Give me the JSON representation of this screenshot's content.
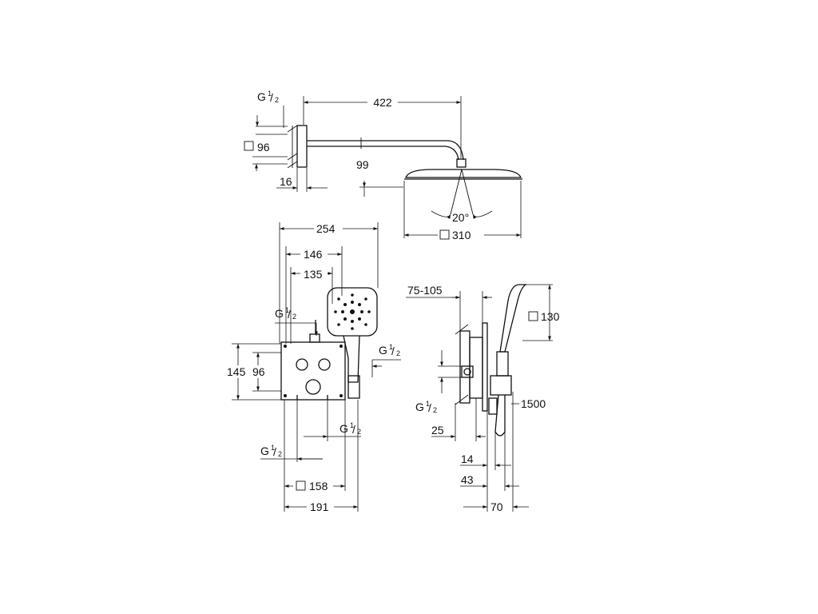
{
  "views": {
    "top": {
      "arm_length": "422",
      "thread_g": "G",
      "thread_num": "1",
      "thread_den": "2",
      "flange_square": "96",
      "wall_offset": "16",
      "drop": "99",
      "spray_angle": "20°",
      "head_square": "310"
    },
    "front": {
      "width_254": "254",
      "width_146": "146",
      "width_135": "135",
      "thread_g_left": "G",
      "thread_num_left": "1",
      "thread_den_left": "2",
      "thread_g_right": "G",
      "thread_num_right": "1",
      "thread_den_right": "2",
      "height_145": "145",
      "height_96": "96",
      "thread_g_bottom_left": "G",
      "thread_num_bottom_left": "1",
      "thread_den_bottom_left": "2",
      "thread_g_bottom_right": "G",
      "thread_num_bottom_right": "1",
      "thread_den_bottom_right": "2",
      "square_158": "158",
      "width_191": "191"
    },
    "side": {
      "install_depth": "75-105",
      "handshower_square": "130",
      "hose_length": "1500",
      "thread_g": "G",
      "thread_num": "1",
      "thread_den": "2",
      "depth_25": "25",
      "depth_14": "14",
      "depth_43": "43",
      "depth_70": "70"
    }
  },
  "symbols": {
    "square": "□"
  }
}
